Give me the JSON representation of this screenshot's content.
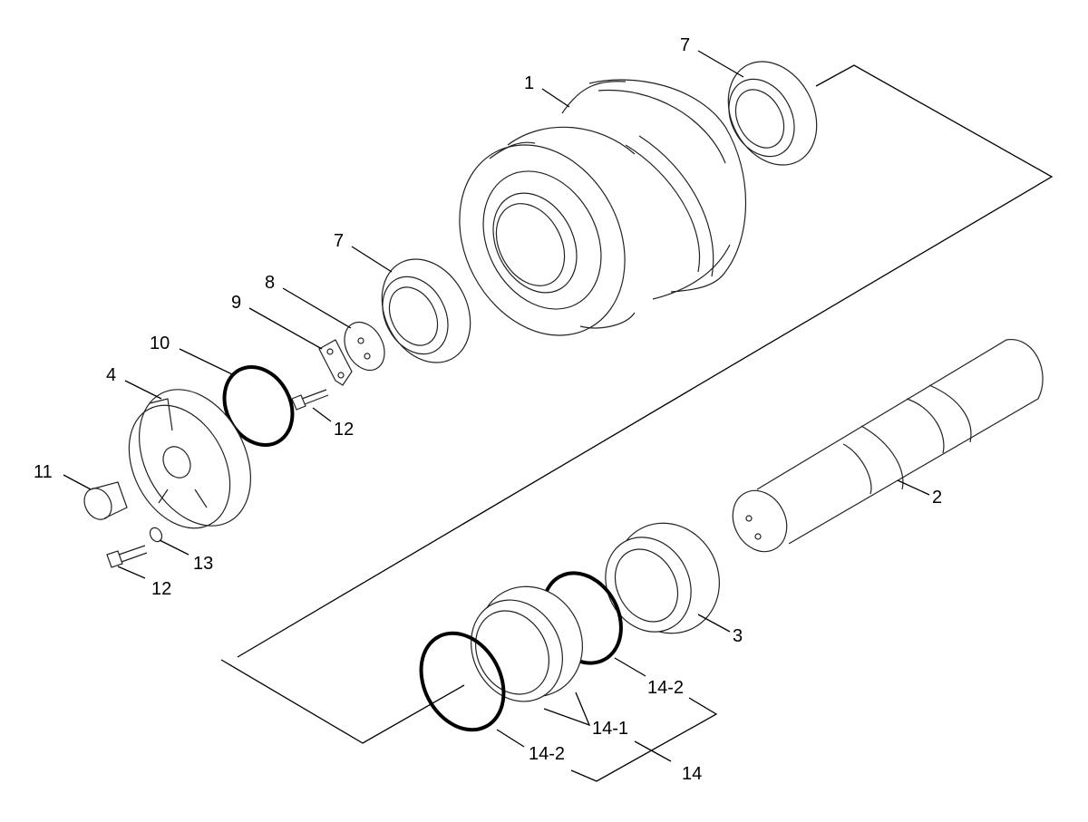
{
  "callouts": {
    "roller_shell": "1",
    "shaft": "2",
    "collar": "3",
    "end_cover": "4",
    "bearing_top": "7",
    "bearing_mid": "7",
    "plate": "8",
    "lock_plate": "9",
    "o_ring": "10",
    "plug": "11",
    "bolt_upper": "12",
    "bolt_lower": "12",
    "washer": "13",
    "seal_group": "14",
    "seal_ring": "14-1",
    "seal_o_ring_upper": "14-2",
    "seal_o_ring_lower": "14-2"
  },
  "colors": {
    "line": "#222222",
    "ring": "#000000",
    "background": "#ffffff"
  }
}
